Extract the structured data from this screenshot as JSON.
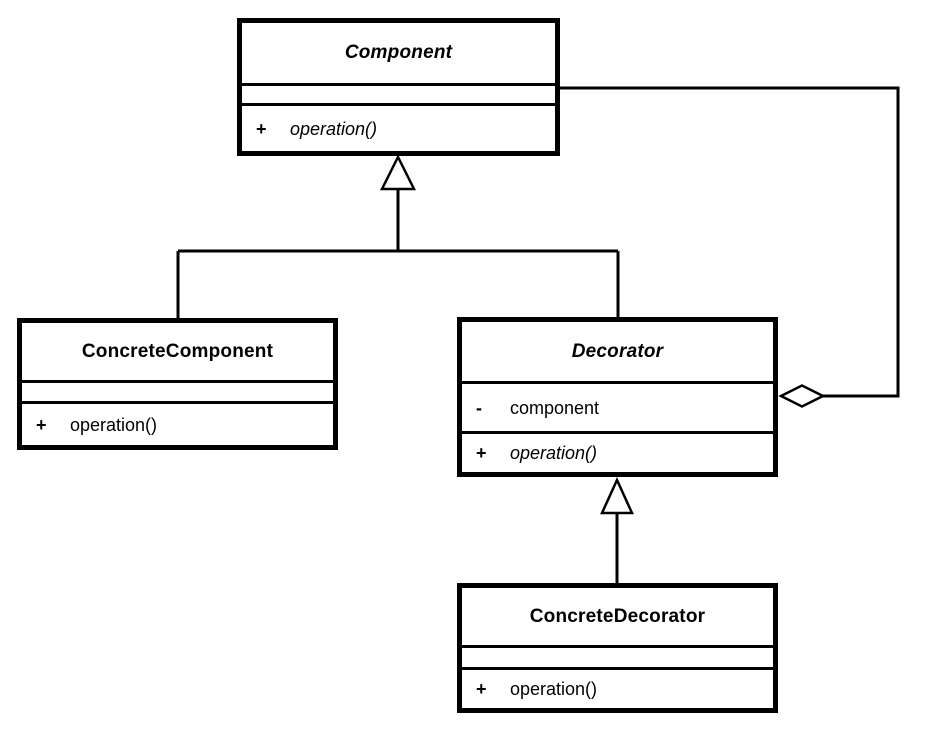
{
  "colors": {
    "background": "#ffffff",
    "line": "#000000",
    "box_fill": "#ffffff"
  },
  "classes": {
    "component": {
      "name": "Component",
      "abstract": true,
      "attributes": [],
      "methods": [
        {
          "visibility": "+",
          "signature": "operation()",
          "italic": true
        }
      ]
    },
    "concrete_component": {
      "name": "ConcreteComponent",
      "abstract": false,
      "attributes": [],
      "methods": [
        {
          "visibility": "+",
          "signature": "operation()",
          "italic": false
        }
      ]
    },
    "decorator": {
      "name": "Decorator",
      "abstract": true,
      "attributes": [
        {
          "visibility": "-",
          "name": "component"
        }
      ],
      "methods": [
        {
          "visibility": "+",
          "signature": "operation()",
          "italic": true
        }
      ]
    },
    "concrete_decorator": {
      "name": "ConcreteDecorator",
      "abstract": false,
      "attributes": [],
      "methods": [
        {
          "visibility": "+",
          "signature": "operation()",
          "italic": false
        }
      ]
    }
  },
  "relationships": [
    {
      "type": "generalization",
      "from": "ConcreteComponent",
      "to": "Component"
    },
    {
      "type": "generalization",
      "from": "Decorator",
      "to": "Component"
    },
    {
      "type": "generalization",
      "from": "ConcreteDecorator",
      "to": "Decorator"
    },
    {
      "type": "aggregation",
      "from": "Decorator",
      "to": "Component",
      "end": "hollow-diamond"
    }
  ]
}
